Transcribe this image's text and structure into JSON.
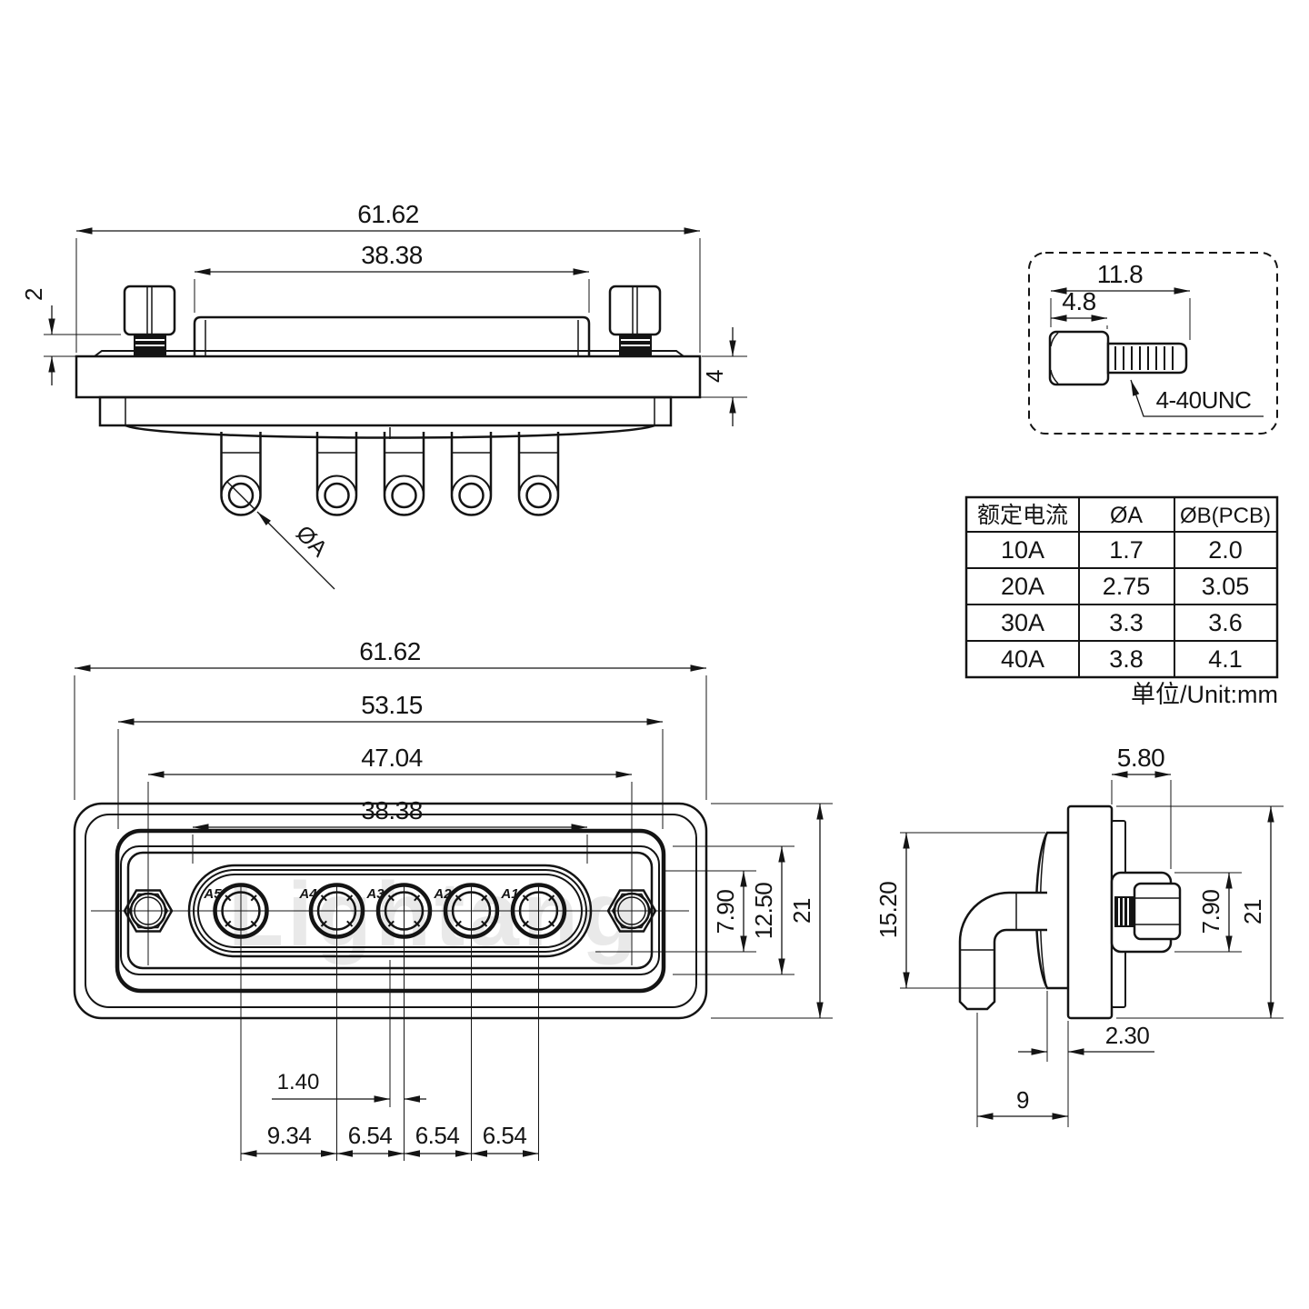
{
  "watermark": "Lightang",
  "top_view": {
    "dim_overall": "61.62",
    "dim_body": "38.38",
    "dim_thread_exposed": "2",
    "dim_flange_thickness": "4",
    "label_pin_dia": "ØA"
  },
  "screw_detail": {
    "dim_total_length": "11.8",
    "dim_head_length": "4.8",
    "label_thread_spec": "4-40UNC"
  },
  "spec_table": {
    "headers": [
      "额定电流",
      "ØA",
      "ØB(PCB)"
    ],
    "rows": [
      [
        "10A",
        "1.7",
        "2.0"
      ],
      [
        "20A",
        "2.75",
        "3.05"
      ],
      [
        "30A",
        "3.3",
        "3.6"
      ],
      [
        "40A",
        "3.8",
        "4.1"
      ]
    ],
    "unit_note": "单位/Unit:mm"
  },
  "front_view": {
    "dim_overall": "61.62",
    "dim_rim_width": "53.15",
    "dim_mount_span": "47.04",
    "dim_body_width": "38.38",
    "dim_insert_height": "7.90",
    "dim_opening_height": "12.50",
    "dim_flange_height": "21",
    "dim_center_offset": "1.40",
    "dim_pitch_a": "9.34",
    "dim_pitch_b": "6.54",
    "dim_pitch_c": "6.54",
    "dim_pitch_d": "6.54",
    "pin_labels": [
      "A5",
      "A4",
      "A3",
      "A2",
      "A1"
    ]
  },
  "side_view": {
    "dim_shell_depth": "5.80",
    "dim_boot_height": "15.20",
    "dim_shell_height": "7.90",
    "dim_flange_height": "21",
    "dim_setback": "2.30",
    "dim_pin_depth": "9"
  }
}
